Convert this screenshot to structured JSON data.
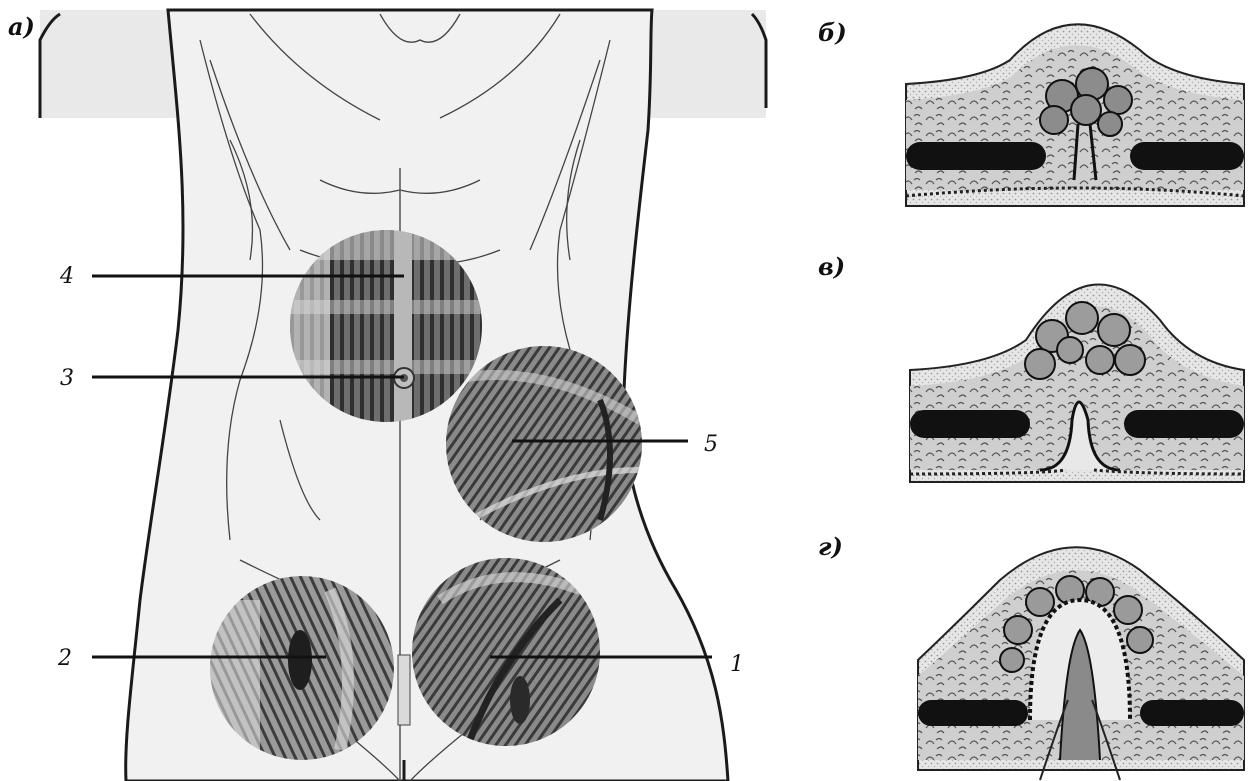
{
  "panel_labels": {
    "a": "а)",
    "b": "б)",
    "v": "в)",
    "g": "г)"
  },
  "callouts": {
    "c1": "1",
    "c2": "2",
    "c3": "3",
    "c4": "4",
    "c5": "5"
  },
  "colors": {
    "skin": "#f1f1f1",
    "outline": "#1a1a1a",
    "muscle_dark": "#3a3a3a",
    "muscle_mid": "#7a7a7a",
    "tissue_fill": "#dcdcdc",
    "fat": "#bdbdbd"
  }
}
